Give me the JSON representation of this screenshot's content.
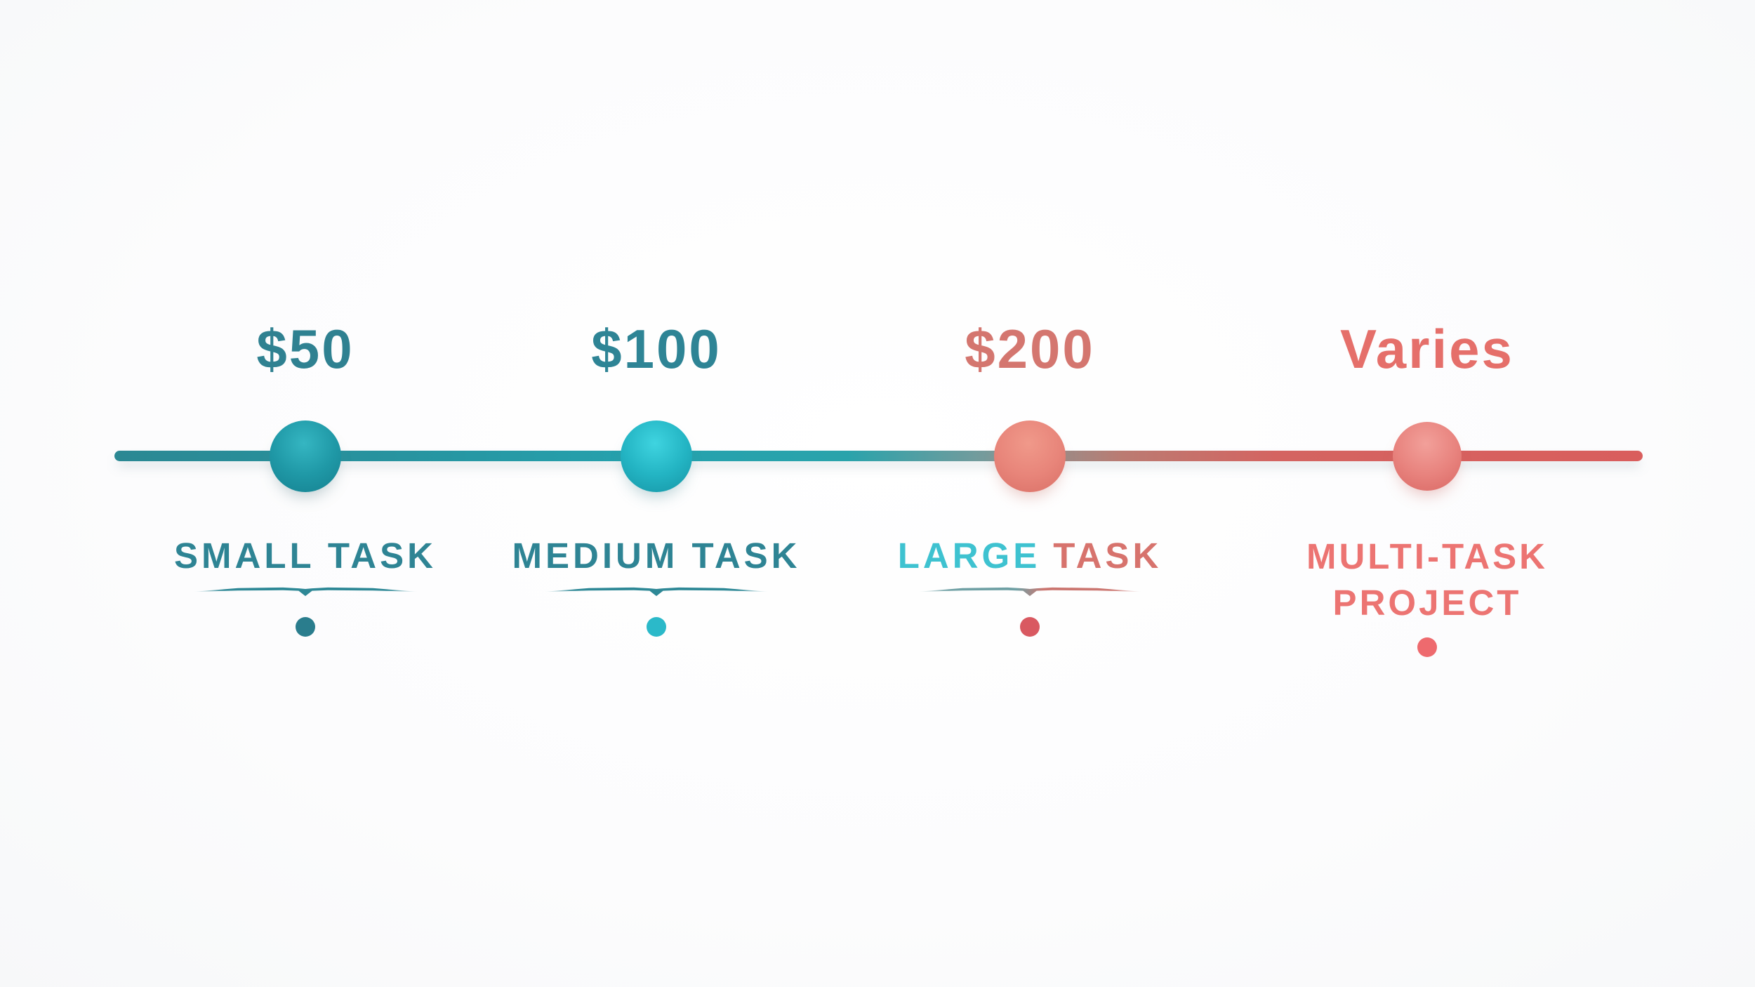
{
  "page": {
    "background": "#fcfcfd",
    "kind": "pricing-timeline-infographic"
  },
  "timeline": {
    "line_colors": {
      "teal_start": "#2b8893",
      "teal_bright": "#25a2ae",
      "neutral_mid": "#7f9a9a",
      "salmon_end": "#d95e5d"
    },
    "milestones": [
      {
        "id": "small-task",
        "price": "$50",
        "label": "SMALL TASK",
        "has_divider": true,
        "colors": {
          "price": "#2f8191",
          "label": "#2e8494",
          "ball_highlight": "#35b6c2",
          "ball_base": "#1f98a6",
          "ball_edge": "#15808f",
          "ball_shadow": "rgba(90,125,135,0.38)",
          "divider": "#2e8896",
          "dot": "#2a7d8d"
        }
      },
      {
        "id": "medium-task",
        "price": "$100",
        "label": "MEDIUM TASK",
        "has_divider": true,
        "colors": {
          "price": "#2e8495",
          "label": "#2e8494",
          "ball_highlight": "#3fd4e0",
          "ball_base": "#23b4c3",
          "ball_edge": "#1694a4",
          "ball_shadow": "rgba(80,140,150,0.38)",
          "divider": "#2e8896",
          "dot": "#2bb9c9"
        }
      },
      {
        "id": "large-task",
        "price": "$200",
        "label": "LARGE TASK",
        "label_parts": [
          {
            "text": "LARGE",
            "color": "#3ec2d0"
          },
          {
            "text": "TASK",
            "color": "#d7736d"
          }
        ],
        "has_divider": true,
        "colors": {
          "price": "#d4766f",
          "ball_highlight": "#f0998a",
          "ball_base": "#e8857a",
          "ball_edge": "#d96f66",
          "ball_shadow": "rgba(200,115,105,0.38)",
          "divider_left": "#6fa0a4",
          "divider_right": "#cb7670",
          "dot": "#d95961"
        }
      },
      {
        "id": "multi-task-project",
        "price": "Varies",
        "label_lines": [
          "MULTI-TASK",
          "PROJECT"
        ],
        "has_divider": false,
        "colors": {
          "price": "#e56f6a",
          "label": "#ec7472",
          "ball_highlight": "#f2a09a",
          "ball_base": "#e8837e",
          "ball_edge": "#d96763",
          "ball_shadow": "rgba(205,110,105,0.38)",
          "dot": "#ee6a6e"
        }
      }
    ]
  }
}
